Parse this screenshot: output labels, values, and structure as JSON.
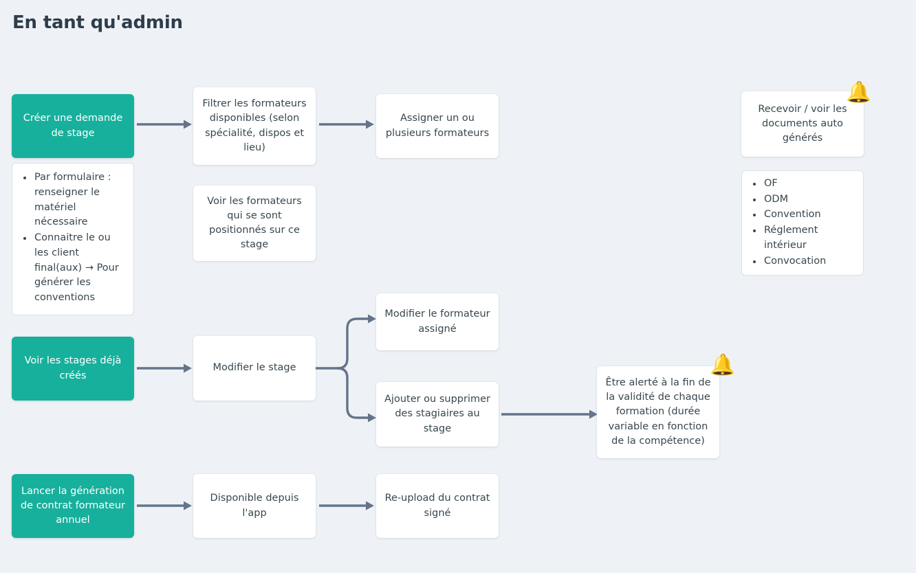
{
  "page": {
    "title": "En tant qu'admin",
    "background_color": "#eef2f6",
    "accent_color": "#17b09c",
    "text_color": "#37474f",
    "arrow_color": "#64748b",
    "bell_color": "#e8c33c"
  },
  "nodes": {
    "creer_demande_stage": "Créer une demande de stage",
    "filtrer_formateurs": "Filtrer les formateurs disponibles (selon spécialité, dispos et lieu)",
    "assigner_formateurs": "Assigner un ou plusieurs formateurs",
    "voir_formateurs_positionnes": "Voir les formateurs qui se sont positionnés sur ce stage",
    "recevoir_documents": "Recevoir / voir les documents auto générés",
    "voir_stages_crees": "Voir les stages déjà créés",
    "modifier_stage": "Modifier le stage",
    "modifier_formateur_assigne": "Modifier le formateur assigné",
    "ajouter_supprimer_stagiaires": "Ajouter ou supprimer des stagiaires au stage",
    "etre_alerte_validite": "Être alerté à la fin de la validité de chaque formation (durée variable en fonction de la compétence)",
    "lancer_generation_contrat": "Lancer la génération de contrat formateur annuel",
    "disponible_depuis_app": "Disponible depuis l'app",
    "reupload_contrat": "Re-upload du contrat signé"
  },
  "notes": {
    "demande_stage_details": [
      "Par formulaire : renseigner le matériel nécessaire",
      "Connaitre le ou les client final(aux) → Pour générer les conventions"
    ],
    "documents_list": [
      "OF",
      "ODM",
      "Convention",
      "Réglement intérieur",
      "Convocation"
    ]
  },
  "icons": {
    "bell": "🔔"
  }
}
